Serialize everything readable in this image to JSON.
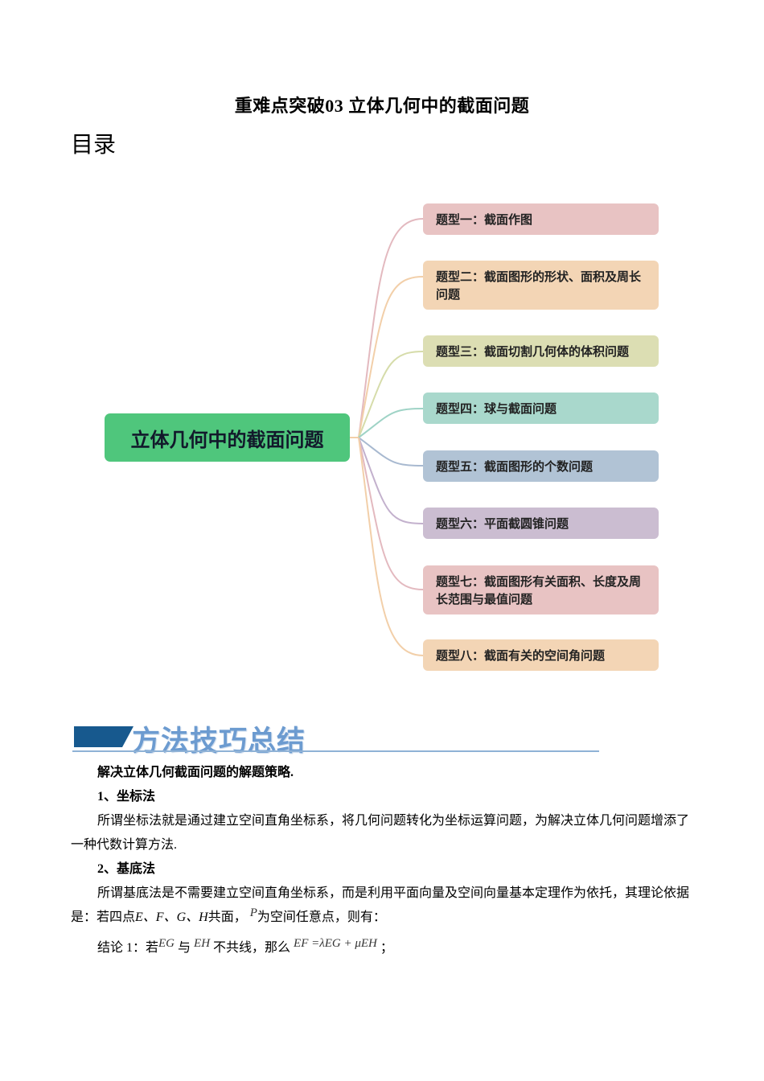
{
  "document": {
    "title": "重难点突破03 立体几何中的截面问题",
    "toc_heading": "目录"
  },
  "mindmap": {
    "root": {
      "label": "立体几何中的截面问题",
      "color": "#4fc67c"
    },
    "branches": [
      {
        "label": "题型一：截面作图",
        "color": "#e8c3c3",
        "line": "#e3b9bf"
      },
      {
        "label": "题型二：截面图形的形状、面积及周长问题",
        "color": "#f3d5b5",
        "line": "#f2cfa9"
      },
      {
        "label": "题型三：截面切割几何体的体积问题",
        "color": "#dcdeb3",
        "line": "#d6dcaa"
      },
      {
        "label": "题型四：球与截面问题",
        "color": "#a9d8cc",
        "line": "#9fd3c6"
      },
      {
        "label": "题型五：截面图形的个数问题",
        "color": "#b1c3d5",
        "line": "#a8b9d0"
      },
      {
        "label": "题型六：平面截圆锥问题",
        "color": "#cbbdd1",
        "line": "#c3b1cd"
      },
      {
        "label": "题型七：截面图形有关面积、长度及周长范围与最值问题",
        "color": "#e8c3c3",
        "line": "#e3b9bf"
      },
      {
        "label": "题型八：截面有关的空间角问题",
        "color": "#f3d5b5",
        "line": "#f2cfa9"
      }
    ]
  },
  "section": {
    "banner_title": "方法技巧总结",
    "intro": "解决立体几何截面问题的解题策略.",
    "method1_title": "1、坐标法",
    "method1_text": "所谓坐标法就是通过建立空间直角坐标系，将几何问题转化为坐标运算问题，为解决立体几何问题增添了一种代数计算方法.",
    "method2_title": "2、基底法",
    "method2_text_a": "所谓基底法是不需要建立空间直角坐标系，而是利用平面向量及空间向量基本定理作为依托，其理论依据是：若四点",
    "method2_points": "E、F、G、H",
    "method2_text_b": "共面，",
    "method2_point_p": "P",
    "method2_text_c": "为空间任意点，则有：",
    "conclusion1_prefix": "结论 1：若",
    "conclusion1_v1": "EG",
    "conclusion1_mid": "与",
    "conclusion1_v2": "EH",
    "conclusion1_text": "不共线，那么",
    "conclusion1_formula": "EF =λEG + μEH",
    "conclusion1_end": "；"
  }
}
